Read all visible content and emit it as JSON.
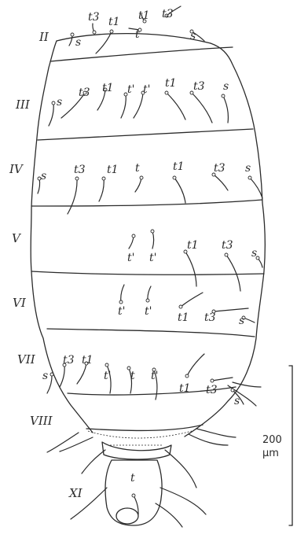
{
  "segments": [
    "II",
    "III",
    "IV",
    "V",
    "VI",
    "VII",
    "VIII",
    "XI"
  ],
  "setae": {
    "II": [
      "t3",
      "t1",
      "t1",
      "t3",
      "s",
      "t",
      "s"
    ],
    "III": [
      "s",
      "t3",
      "t1",
      "t'",
      "t'",
      "t1",
      "t3",
      "s"
    ],
    "IV": [
      "s",
      "t3",
      "t1",
      "t",
      "t1",
      "t3",
      "s"
    ],
    "V": [
      "t'",
      "t'",
      "t1",
      "t3",
      "s"
    ],
    "VI": [
      "t'",
      "t'",
      "t1",
      "t3",
      "s"
    ],
    "VII": [
      "s",
      "t3",
      "t1",
      "t'",
      "t",
      "t'",
      "t1",
      "t3",
      "s"
    ],
    "XI": [
      "t"
    ]
  },
  "scale_bar": {
    "value": "200",
    "unit": "µm"
  }
}
